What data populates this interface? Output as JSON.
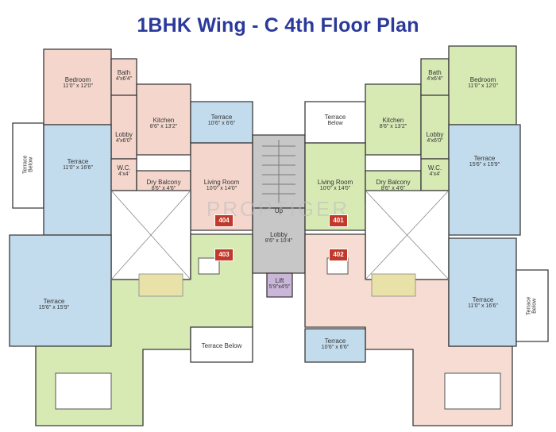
{
  "title": "1BHK Wing - C  4th Floor Plan",
  "watermark": "PROPTIGER",
  "colors": {
    "title": "#2b3a9a",
    "bedroom": "#f4d6cc",
    "kitchen_living": "#d7eab4",
    "terrace": "#c2dcee",
    "pink_flat": "#f6dcd2",
    "stairs": "#c7c7c7",
    "badge": "#c0392b"
  },
  "rooms": {
    "bedroom_left": {
      "name": "Bedroom",
      "dim": "11'0\" x 12'0\""
    },
    "bath_left": {
      "name": "Bath",
      "dim": "4'x6'4\""
    },
    "kitchen_left": {
      "name": "Kitchen",
      "dim": "8'6\" x 13'2\""
    },
    "terrace_left_top": {
      "name": "Terrace",
      "dim": "10'6\" x 6'6\""
    },
    "lobby_left": {
      "name": "Lobby",
      "dim": "4'x6'0\""
    },
    "terrace_left_mid": {
      "name": "Terrace",
      "dim": "11'0\" x 16'6\""
    },
    "wc_left": {
      "name": "W.C.",
      "dim": "4'x4'"
    },
    "dry_balcony_left": {
      "name": "Dry Balcony",
      "dim": "8'6\" x 4'6\""
    },
    "living_left": {
      "name": "Living Room",
      "dim": "10'0\" x 14'0\""
    },
    "terrace_left_low": {
      "name": "Terrace",
      "dim": "15'6\" x 15'9\""
    },
    "terrace_below_left": {
      "name": "Terrace Below"
    },
    "terrace_below_center": {
      "name": "Terrace",
      "sub": "Below"
    },
    "terrace_below_left_vert": {
      "name": "Terrace",
      "sub": "Below"
    },
    "stair_up": {
      "name": "Up"
    },
    "lobby_center": {
      "name": "Lobby",
      "dim": "8'6\" x 10'4\""
    },
    "lift": {
      "name": "Lift",
      "dim": "5'9\"x4'5\""
    },
    "kitchen_right": {
      "name": "Kitchen",
      "dim": "8'6\" x 13'2\""
    },
    "bath_right": {
      "name": "Bath",
      "dim": "4'x6'4\""
    },
    "bedroom_right": {
      "name": "Bedroom",
      "dim": "11'0\" x 12'0\""
    },
    "lobby_right": {
      "name": "Lobby",
      "dim": "4'x6'0\""
    },
    "terrace_right_mid": {
      "name": "Terrace",
      "dim": "15'6\" x 15'9\""
    },
    "living_right": {
      "name": "Living Room",
      "dim": "10'0\" x 14'0\""
    },
    "dry_balcony_right": {
      "name": "Dry Balcony",
      "dim": "8'6\" x 4'6\""
    },
    "wc_right": {
      "name": "W.C.",
      "dim": "4'x4'"
    },
    "terrace_right_low": {
      "name": "Terrace",
      "dim": "11'0\" x 16'6\""
    },
    "terrace_below_right_vert": {
      "name": "Terrace",
      "sub": "Below"
    },
    "terrace_bottom_center": {
      "name": "Terrace",
      "dim": "10'6\" x 6'6\""
    }
  },
  "flats": {
    "f404": "404",
    "f401": "401",
    "f403": "403",
    "f402": "402"
  }
}
